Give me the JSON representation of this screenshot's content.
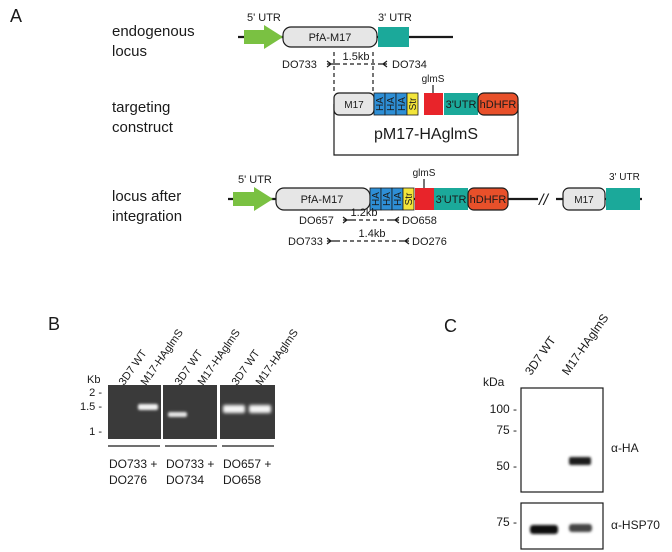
{
  "colors": {
    "utr5": "#7ac142",
    "utr3": "#1ba99a",
    "ha": "#2e8fd6",
    "str": "#f3e53a",
    "glms": "#e8242a",
    "hdhfr": "#e8502a",
    "gene": "#e6e6e6",
    "gel": "#3a3a3a"
  },
  "panel_a": {
    "letter": "A",
    "rows": {
      "endogenous": [
        "endogenous",
        "locus"
      ],
      "construct": [
        "targeting",
        "construct"
      ],
      "after": [
        "locus after",
        "integration"
      ]
    },
    "utr5": "5' UTR",
    "utr3": "3' UTR",
    "utr3_short": "3'UTR",
    "gene": "PfA-M17",
    "m17": "M17",
    "ha": "HA",
    "str": "Str",
    "glms": "glmS",
    "hdhfr": "hDHFR",
    "plasmid": "pM17-HAglmS",
    "break_mark": "//",
    "primers": {
      "do733": "DO733",
      "do734": "DO734",
      "do657": "DO657",
      "do658": "DO658",
      "do276": "DO276"
    },
    "sizes": {
      "s15": "1.5kb",
      "s12": "1.2kb",
      "s14": "1.4kb"
    }
  },
  "panel_b": {
    "letter": "B",
    "kb": "Kb",
    "markers": [
      "2 -",
      "1.5 -",
      "1 -"
    ],
    "lanes": [
      "3D7 WT",
      "M17-HAglmS",
      "3D7 WT",
      "M17-HAglmS",
      "3D7 WT",
      "M17-HAglmS"
    ],
    "primer_pairs": [
      [
        "DO733 +",
        "DO276"
      ],
      [
        "DO733 +",
        "DO734"
      ],
      [
        "DO657 +",
        "DO658"
      ]
    ]
  },
  "panel_c": {
    "letter": "C",
    "kda": "kDa",
    "lanes": [
      "3D7 WT",
      "M17-HAglmS"
    ],
    "markers_top": [
      "100 -",
      "75 -",
      "50 -"
    ],
    "markers_bottom": [
      "75 -"
    ],
    "antibody_top": "α-HA",
    "antibody_bottom": "α-HSP70"
  }
}
